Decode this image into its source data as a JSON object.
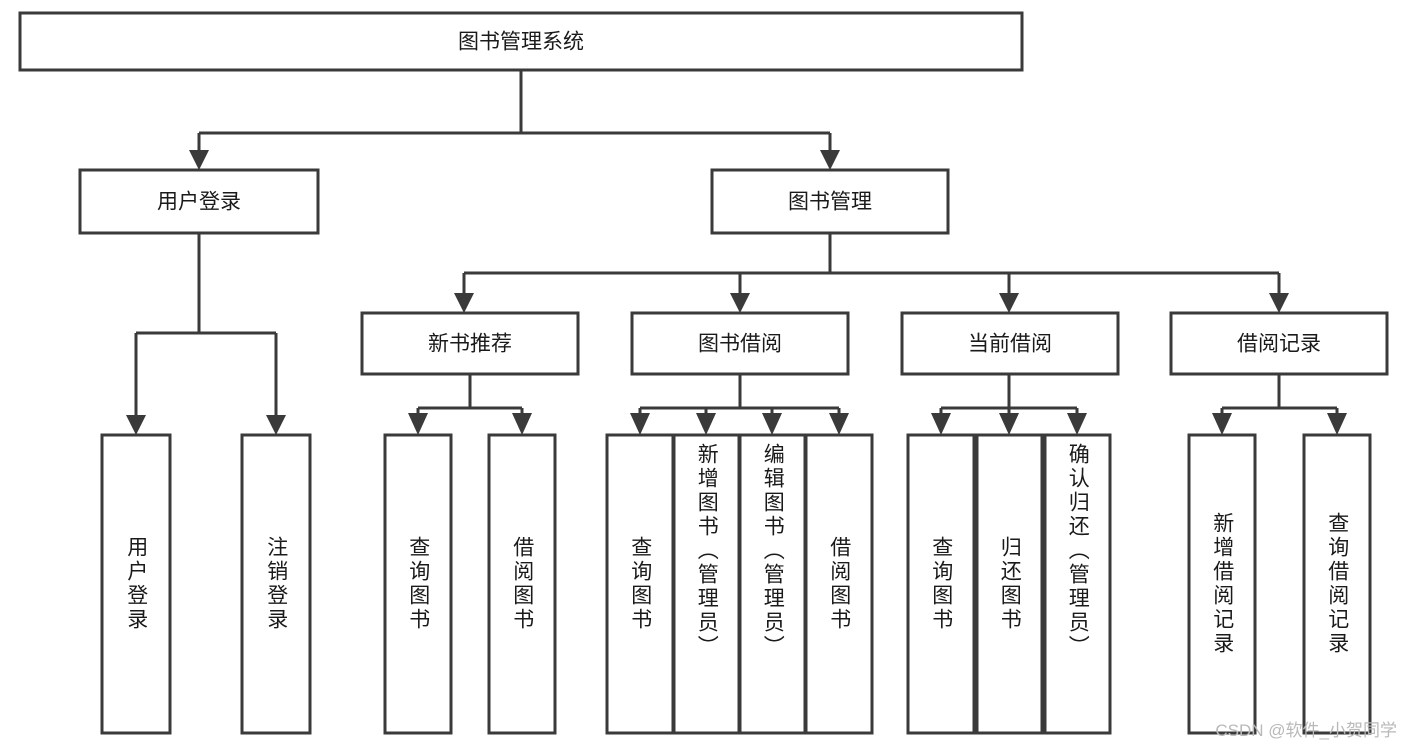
{
  "diagram": {
    "title": "图书管理系统",
    "type": "tree-hierarchy",
    "watermark": "CSDN @软件_小贺同学",
    "colors": {
      "stroke": "#3a3a3a",
      "fill": "#ffffff",
      "text": "#1a1a1a",
      "watermark": "#b9b9b9",
      "background": "#ffffff"
    },
    "levels": {
      "root_label": "图书管理系统",
      "level1": [
        {
          "id": "user-login",
          "label": "用户登录"
        },
        {
          "id": "book-management",
          "label": "图书管理"
        }
      ],
      "level2": [
        {
          "id": "new-book-recommend",
          "label": "新书推荐"
        },
        {
          "id": "book-borrow",
          "label": "图书借阅"
        },
        {
          "id": "current-borrow",
          "label": "当前借阅"
        },
        {
          "id": "borrow-record",
          "label": "借阅记录"
        }
      ],
      "leaves": {
        "user_login": [
          {
            "id": "leaf-user-login",
            "label": "用户登录"
          },
          {
            "id": "leaf-logout-login",
            "label": "注销登录"
          }
        ],
        "new_book_recommend": [
          {
            "id": "leaf-query-book-1",
            "label": "查询图书"
          },
          {
            "id": "leaf-borrow-book-1",
            "label": "借阅图书"
          }
        ],
        "book_borrow": [
          {
            "id": "leaf-query-book-2",
            "label": "查询图书"
          },
          {
            "id": "leaf-add-book-admin",
            "label": "新增图书（管理员）"
          },
          {
            "id": "leaf-edit-book-admin",
            "label": "编辑图书（管理员）"
          },
          {
            "id": "leaf-borrow-book-2",
            "label": "借阅图书"
          }
        ],
        "current_borrow": [
          {
            "id": "leaf-query-book-3",
            "label": "查询图书"
          },
          {
            "id": "leaf-return-book",
            "label": "归还图书"
          },
          {
            "id": "leaf-confirm-return-admin",
            "label": "确认归还（管理员）"
          }
        ],
        "borrow_record": [
          {
            "id": "leaf-add-borrow-record",
            "label": "新增借阅记录"
          },
          {
            "id": "leaf-query-borrow-record",
            "label": "查询借阅记录"
          }
        ]
      }
    }
  }
}
